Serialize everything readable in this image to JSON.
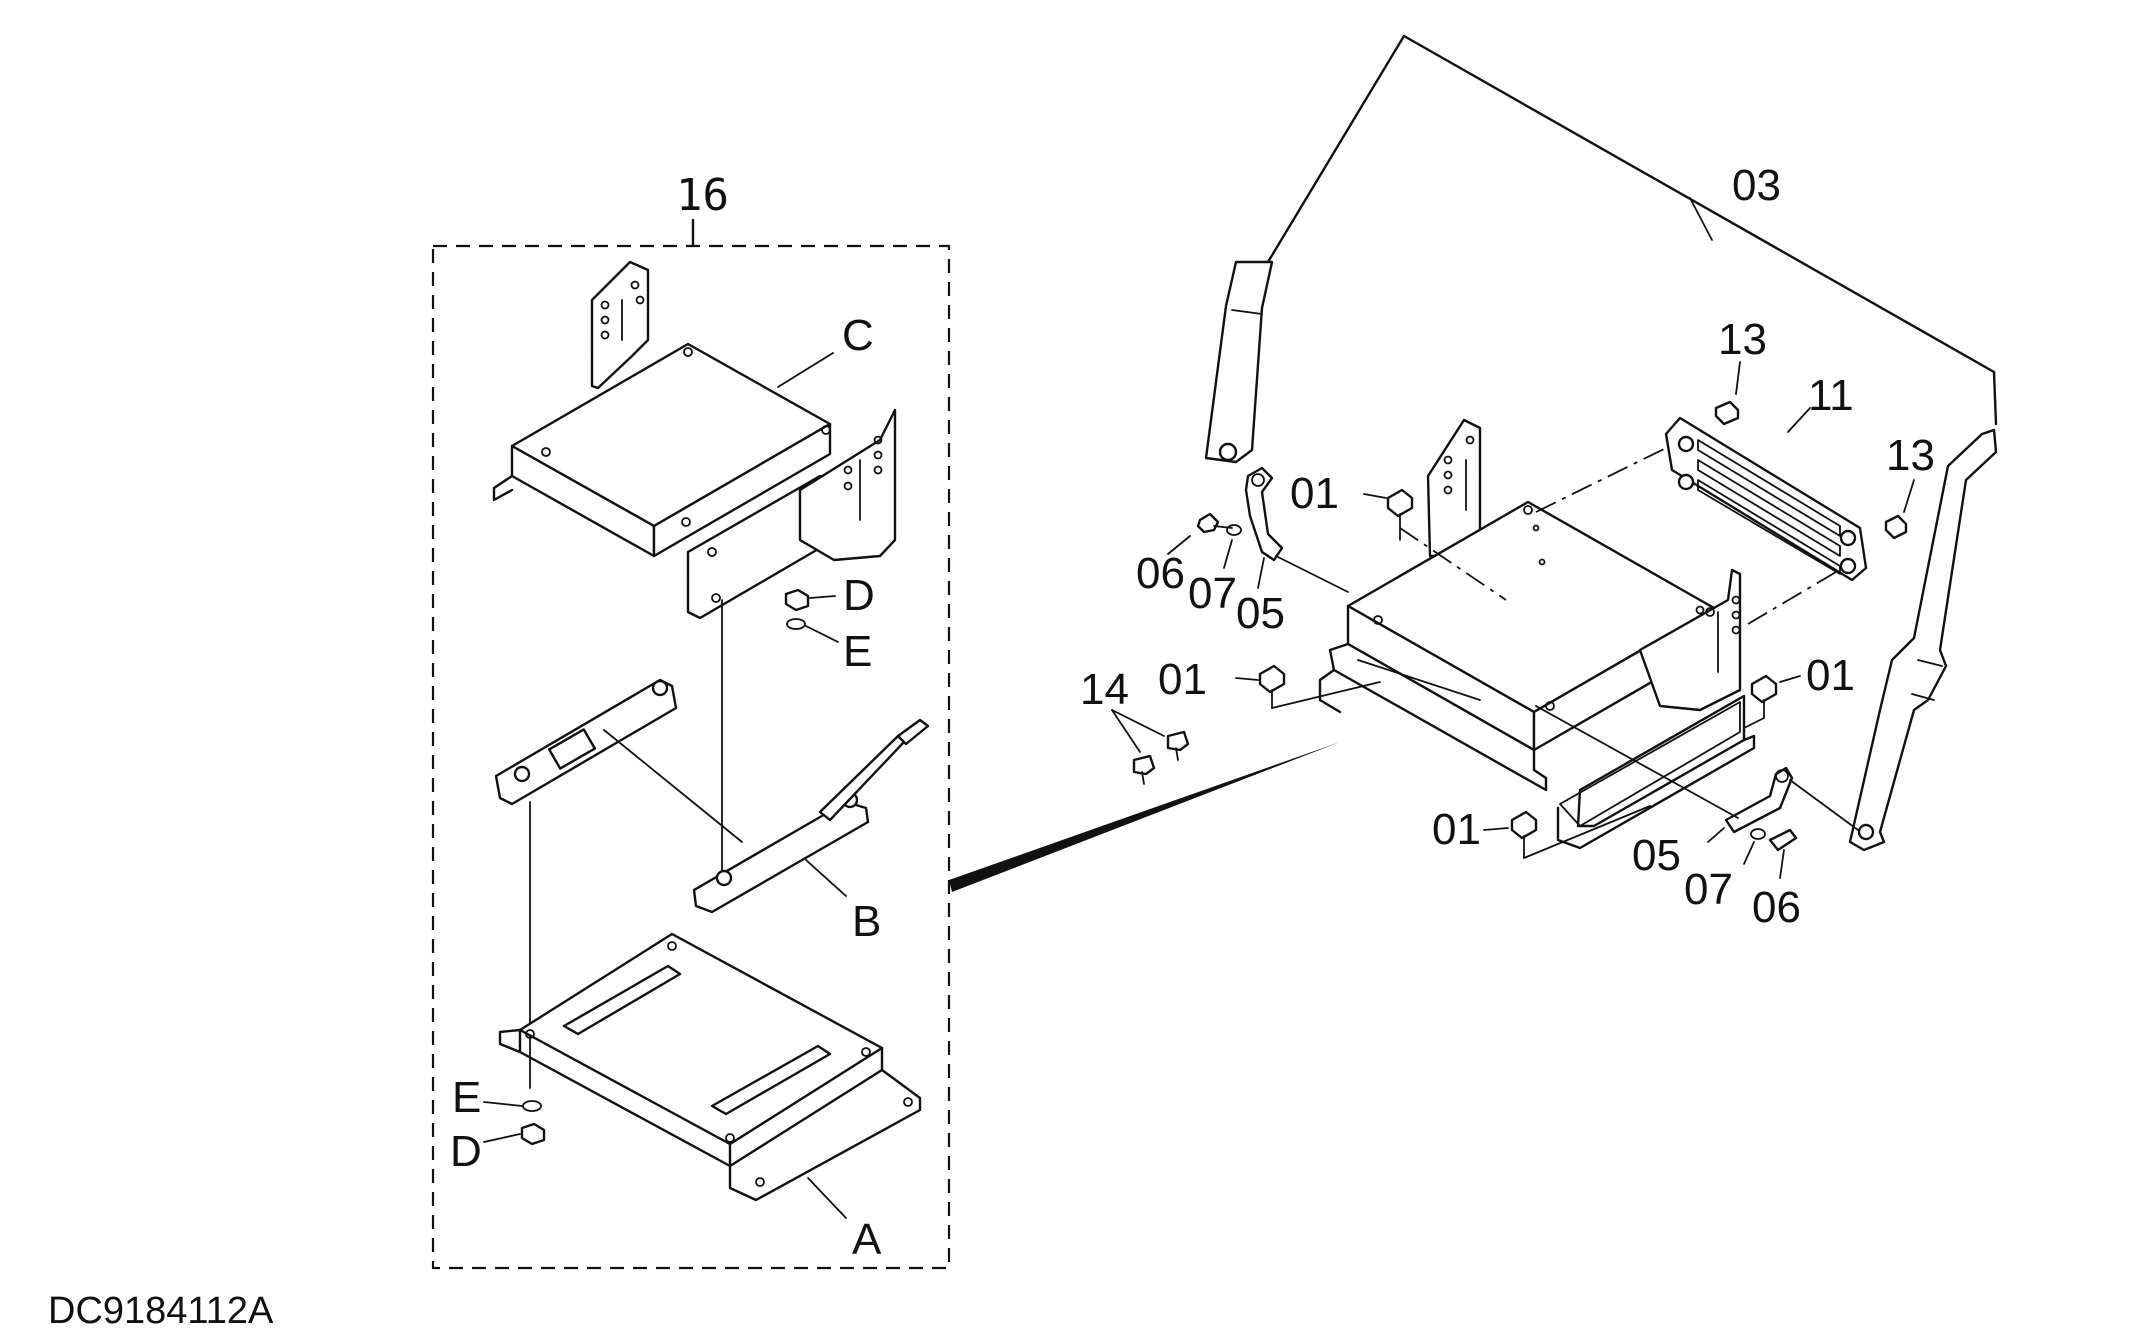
{
  "document_id": "DC9184112A",
  "assembly": {
    "label": "16",
    "components": {
      "top_bracket": "C",
      "slide_rail": "B",
      "base_plate": "A",
      "nut_upper": "D",
      "washer_upper": "E",
      "washer_lower": "E",
      "nut_lower": "D"
    }
  },
  "parts": {
    "seat_belt": "03",
    "bolt_top_left": "01",
    "bolt_mid_left": "01",
    "bolt_right": "01",
    "bolt_bottom": "01",
    "screw_left": "13",
    "screw_right": "13",
    "cover_plate": "11",
    "clip_screws": "14",
    "bracket_left": "05",
    "washer_left": "07",
    "bolt_left": "06",
    "bracket_right": "05",
    "washer_right": "07",
    "bolt_right_side": "06"
  }
}
